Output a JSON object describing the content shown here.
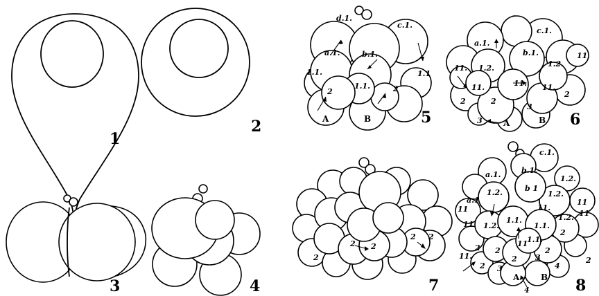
{
  "figures": [
    {
      "number": "1",
      "labels": []
    },
    {
      "number": "2",
      "labels": []
    },
    {
      "number": "3",
      "labels": []
    },
    {
      "number": "4",
      "labels": []
    },
    {
      "number": "5",
      "labels": [
        "d.1.",
        "c.1.",
        "a.1.",
        "b.1.",
        "1.1.",
        "1.1",
        "1.1.",
        "2",
        "2",
        "A",
        "B"
      ]
    },
    {
      "number": "6",
      "labels": [
        "c.1.",
        "a.1.",
        "b.1.",
        "1.2.",
        "1.2.",
        "11",
        "11.",
        "11.",
        "11.",
        "11.",
        "2",
        "2",
        "2",
        "3",
        "3",
        "A",
        "B"
      ]
    },
    {
      "number": "7",
      "labels": [
        "2",
        "2",
        "2",
        "2",
        "2"
      ]
    },
    {
      "number": "8",
      "labels": [
        "c.1.",
        "a.1.",
        "b.1.",
        "1.2.",
        "a.1",
        "1.2.",
        "b 1",
        "1.2.",
        "11",
        "11",
        "1.1.",
        "11.",
        "1.2.",
        "11",
        "1.2.",
        "11",
        "1.1.",
        "11",
        "1.1.",
        "2",
        "11.",
        "2",
        "2",
        "2",
        "2",
        "3",
        "2",
        "3",
        "4",
        "A",
        "B",
        "4",
        "2"
      ]
    }
  ]
}
